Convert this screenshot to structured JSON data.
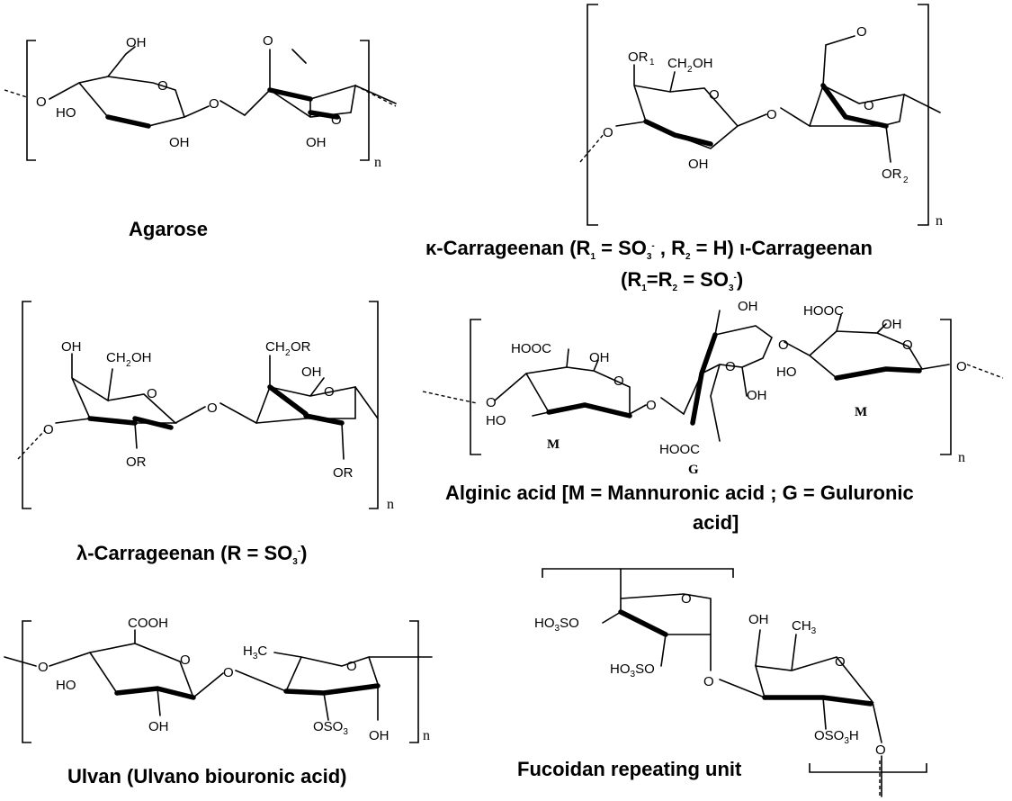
{
  "structures": {
    "agarose": {
      "caption": "Agarose",
      "labels": {
        "oh1": "OH",
        "o_ring1": "O",
        "o_link": "O",
        "o_end": "O",
        "ho": "HO",
        "oh2": "OH",
        "o_top": "O",
        "oh3": "OH",
        "o_bridge": "O",
        "n": "n"
      }
    },
    "kappa": {
      "caption_line1_a": "κ-Carrageenan (R",
      "caption_line1_b": "1",
      "caption_line1_c": " = SO",
      "caption_line1_d": "3",
      "caption_line1_e": "-",
      "caption_line1_f": " , R",
      "caption_line1_g": "2",
      "caption_line1_h": " = H) ι-Carrageenan",
      "caption_line2_a": "(R",
      "caption_line2_b": "1",
      "caption_line2_c": "=R",
      "caption_line2_d": "2",
      "caption_line2_e": " = SO",
      "caption_line2_f": "3",
      "caption_line2_g": "-",
      "caption_line2_h": ")",
      "labels": {
        "or1": "OR",
        "r1": "1",
        "ch2oh": "CH",
        "ch2oh_sub": "2",
        "ch2oh_end": "OH",
        "o_ring": "O",
        "o_link": "O",
        "o_end": "O",
        "oh": "OH",
        "o_top": "O",
        "o_right": "O",
        "or2": "OR",
        "r2": "2",
        "n": "n"
      }
    },
    "lambda": {
      "caption_a": "λ-Carrageenan (R = SO",
      "caption_b": "3",
      "caption_c": "-",
      "caption_d": ")",
      "labels": {
        "oh": "OH",
        "ch2oh": "CH",
        "ch2oh_sub": "2",
        "ch2oh_end": "OH",
        "ch2or": "CH",
        "ch2or_sub": "2",
        "ch2or_end": "OR",
        "oh2": "OH",
        "o_ring1": "O",
        "o_link": "O",
        "o_ring2": "O",
        "o_end": "O",
        "or1": "OR",
        "or2": "OR",
        "n": "n"
      }
    },
    "alginic": {
      "caption_line1": "Alginic acid [M = Mannuronic acid ; G = Guluronic",
      "caption_line2": "acid]",
      "labels": {
        "hooc1": "HOOC",
        "oh1": "OH",
        "o_ring1": "O",
        "o_end": "O",
        "ho1": "HO",
        "m1": "M",
        "o_link1": "O",
        "oh_top": "OH",
        "o_ring_g": "O",
        "oh_g": "OH",
        "hooc_g": "HOOC",
        "g": "G",
        "o_link2": "O",
        "hooc2": "HOOC",
        "oh2": "OH",
        "o_ring2": "O",
        "ho2": "HO",
        "m2": "M",
        "o_right": "O",
        "n": "n"
      }
    },
    "ulvan": {
      "caption": "Ulvan (Ulvano biouronic acid)",
      "labels": {
        "cooh": "COOH",
        "o_end": "O",
        "o_ring1": "O",
        "ho": "HO",
        "oh": "OH",
        "o_link": "O",
        "h3c": "H",
        "h3c_sub": "3",
        "h3c_end": "C",
        "o_ring2": "O",
        "oso3": "OSO",
        "oso3_sub": "3",
        "oh2": "OH",
        "n": "n"
      }
    },
    "fucoidan": {
      "caption": "Fucoidan repeating unit",
      "labels": {
        "ho3so1": "HO",
        "ho3so1_sub": "3",
        "ho3so1_end": "SO",
        "o_ring1": "O",
        "ho3so2": "HO",
        "ho3so2_sub": "3",
        "ho3so2_end": "SO",
        "o_link": "O",
        "oh": "OH",
        "ch3": "CH",
        "ch3_sub": "3",
        "o_ring2": "O",
        "oso3h": "OSO",
        "oso3h_sub": "3",
        "oso3h_end": "H",
        "o_bottom": "O"
      }
    }
  }
}
